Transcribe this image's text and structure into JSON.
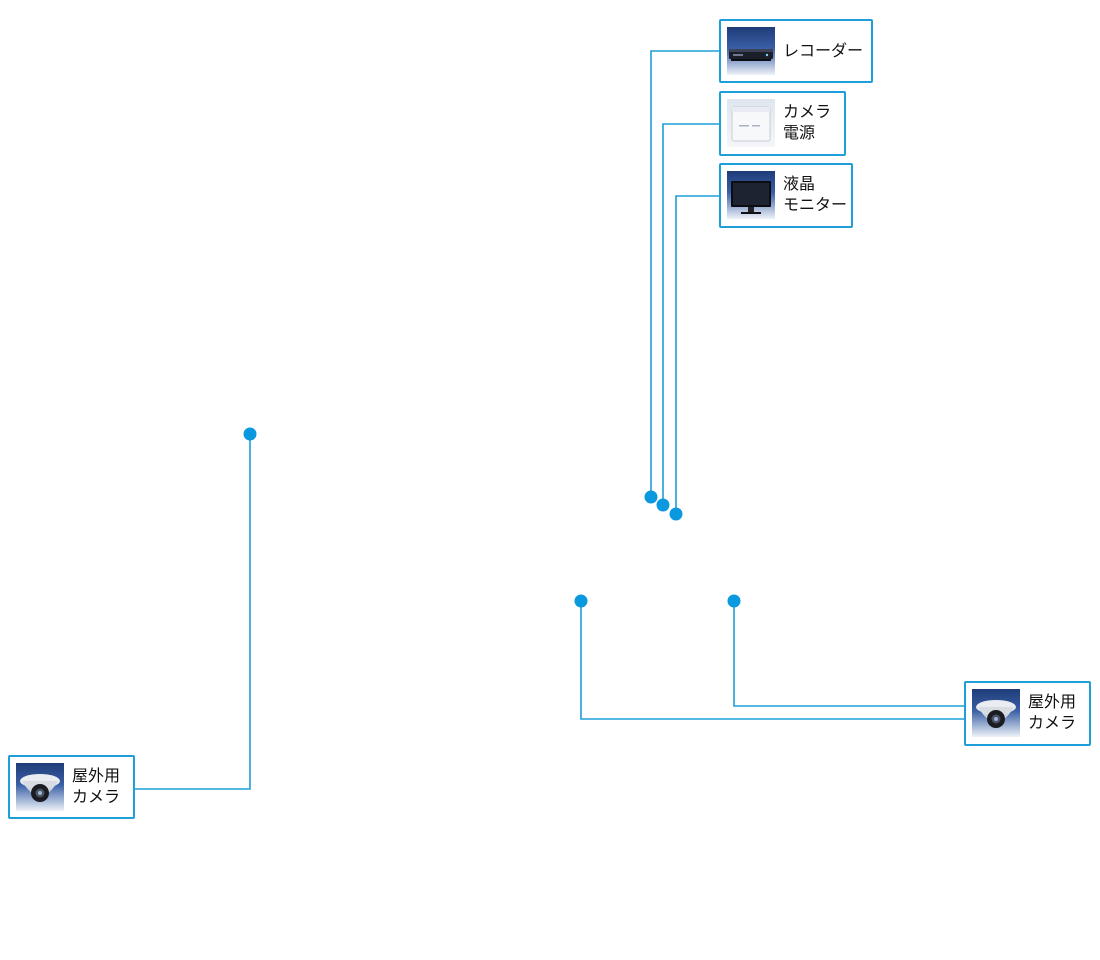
{
  "accent_color": "#1e9fd9",
  "devices": {
    "recorder": {
      "icon": "recorder-icon",
      "line1": "レコーダー",
      "line2": ""
    },
    "camera_power": {
      "icon": "power-supply-icon",
      "line1": "カメラ",
      "line2": "電源"
    },
    "monitor": {
      "icon": "lcd-monitor-icon",
      "line1": "液晶",
      "line2": "モニター"
    },
    "camera_left": {
      "icon": "dome-camera-icon",
      "line1": "屋外用",
      "line2": "カメラ"
    },
    "camera_right": {
      "icon": "dome-camera-icon",
      "line1": "屋外用",
      "line2": "カメラ"
    }
  }
}
